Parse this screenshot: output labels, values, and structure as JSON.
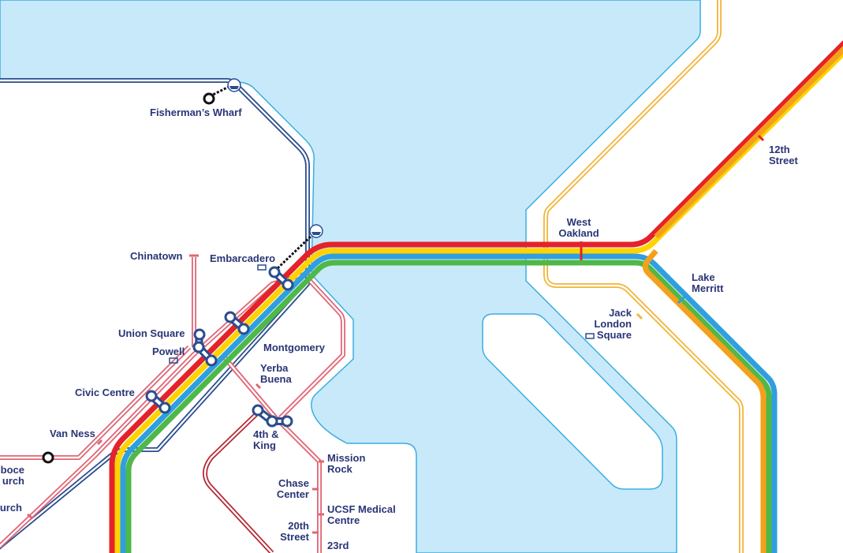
{
  "colors": {
    "water": "#c8e9fa",
    "shore": "#3aaee0",
    "line_red": "#e4222a",
    "line_yellow": "#ffd200",
    "line_blue": "#2f9fe0",
    "line_green": "#4fb848",
    "line_orange": "#f5a01a",
    "line_navy": "#2a4d8f",
    "line_pink": "#e06575",
    "line_darkred": "#b52a36",
    "line_gold": "#f2b53a",
    "label": "#2a3576"
  },
  "stations": [
    {
      "id": "fishermans-wharf",
      "lines": [
        "Fisherman’s Wharf"
      ]
    },
    {
      "id": "chinatown",
      "lines": [
        "Chinatown"
      ]
    },
    {
      "id": "embarcadero",
      "lines": [
        "Embarcadero"
      ]
    },
    {
      "id": "union-square",
      "lines": [
        "Union Square"
      ]
    },
    {
      "id": "powell",
      "lines": [
        "Powell"
      ]
    },
    {
      "id": "montgomery",
      "lines": [
        "Montgomery"
      ]
    },
    {
      "id": "yerba-buena",
      "lines": [
        "Yerba",
        "Buena"
      ]
    },
    {
      "id": "civic-centre",
      "lines": [
        "Civic Centre"
      ]
    },
    {
      "id": "van-ness",
      "lines": [
        "Van Ness"
      ]
    },
    {
      "id": "4th-king",
      "lines": [
        "4th &",
        "King"
      ]
    },
    {
      "id": "mission-rock",
      "lines": [
        "Mission",
        "Rock"
      ]
    },
    {
      "id": "chase-center",
      "lines": [
        "Chase",
        "Center"
      ]
    },
    {
      "id": "ucsf-medical-centre",
      "lines": [
        "UCSF Medical",
        "Centre"
      ]
    },
    {
      "id": "20th-street",
      "lines": [
        "20th",
        "Street"
      ]
    },
    {
      "id": "23rd",
      "lines": [
        "23rd"
      ]
    },
    {
      "id": "west-oakland",
      "lines": [
        "West",
        "Oakland"
      ]
    },
    {
      "id": "12th-street",
      "lines": [
        "12th",
        "Street"
      ]
    },
    {
      "id": "lake-merritt",
      "lines": [
        "Lake",
        "Merritt"
      ]
    },
    {
      "id": "jack-london-square",
      "lines": [
        "Jack",
        "London",
        "Square"
      ]
    },
    {
      "id": "boce-church-cut",
      "lines": [
        "boce",
        "urch"
      ]
    },
    {
      "id": "church-cut",
      "lines": [
        "urch"
      ]
    }
  ],
  "icons": {
    "ferry": "ferry-icon",
    "rail": "rail-icon"
  }
}
